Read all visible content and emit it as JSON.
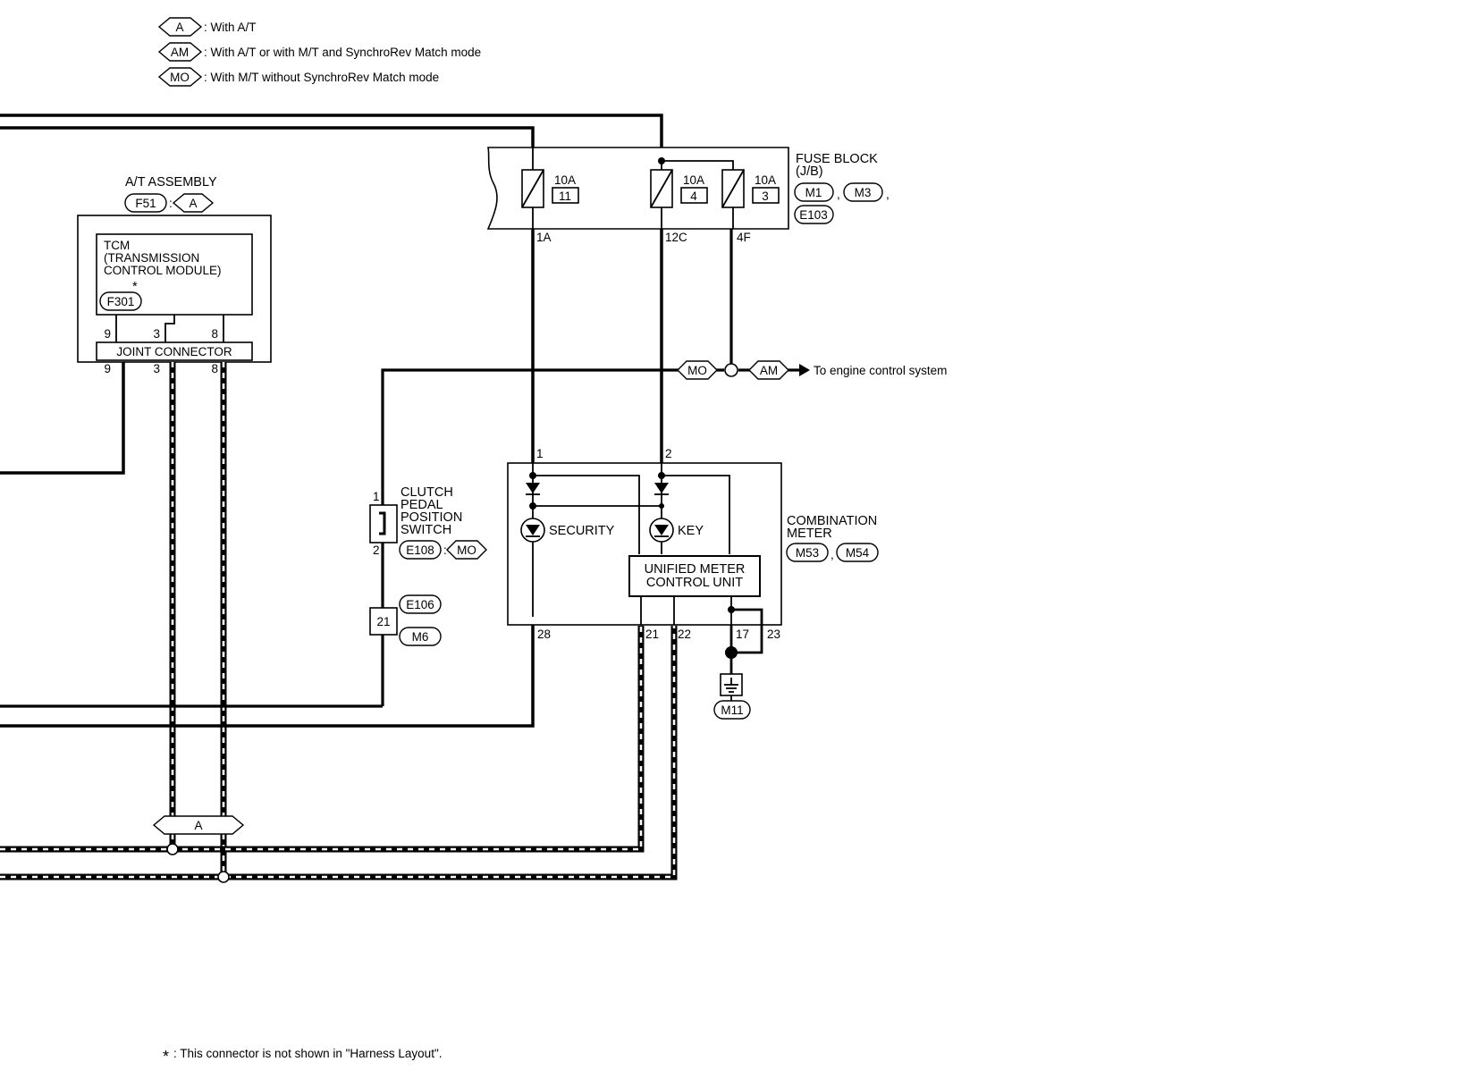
{
  "legend": {
    "a_code": "A",
    "a_text": ": With A/T",
    "am_code": "AM",
    "am_text": ": With A/T or with M/T and SynchroRev Match mode",
    "mo_code": "MO",
    "mo_text": ": With M/T without SynchroRev Match mode"
  },
  "at_assembly": {
    "title": "A/T ASSEMBLY",
    "connector": "F51",
    "variant": "A",
    "tcm_line1": "TCM",
    "tcm_line2": "(TRANSMISSION",
    "tcm_line3": " CONTROL MODULE)",
    "tcm_star": "*",
    "tcm_connector": "F301",
    "joint_label": "JOINT CONNECTOR",
    "pins_top": [
      "9",
      "3",
      "8"
    ],
    "pins_bottom": [
      "9",
      "3",
      "8"
    ]
  },
  "fuse_block": {
    "title_line1": "FUSE BLOCK",
    "title_line2": "(J/B)",
    "connectors": [
      "M1",
      "M3",
      "E103"
    ],
    "sep": ",",
    "fuses": [
      {
        "rating": "10A",
        "number": "11",
        "terminal": "1A"
      },
      {
        "rating": "10A",
        "number": "4",
        "terminal": "12C"
      },
      {
        "rating": "10A",
        "number": "3",
        "terminal": "4F"
      }
    ]
  },
  "engine_control": {
    "mo_code": "MO",
    "am_code": "AM",
    "text": "To engine control system"
  },
  "clutch_switch": {
    "line1": "CLUTCH",
    "line2": "PEDAL",
    "line3": "POSITION",
    "line4": "SWITCH",
    "pin1": "1",
    "pin2": "2",
    "connector": "E108",
    "variant": "MO"
  },
  "joint_21": {
    "number": "21",
    "connector_top": "E106",
    "connector_bottom": "M6"
  },
  "combination_meter": {
    "title_line1": "COMBINATION",
    "title_line2": "METER",
    "connectors": [
      "M53",
      "M54"
    ],
    "sep": ",",
    "pin_top_1": "1",
    "pin_top_2": "2",
    "security_label": "SECURITY",
    "key_label": "KEY",
    "unit_line1": "UNIFIED METER",
    "unit_line2": "CONTROL UNIT",
    "pins_bottom": [
      "28",
      "21",
      "22",
      "17",
      "23"
    ]
  },
  "ground": {
    "connector": "M11"
  },
  "bus": {
    "label": "A"
  },
  "footnote": {
    "star": "*",
    "text": ": This connector is not shown in \"Harness Layout\"."
  }
}
